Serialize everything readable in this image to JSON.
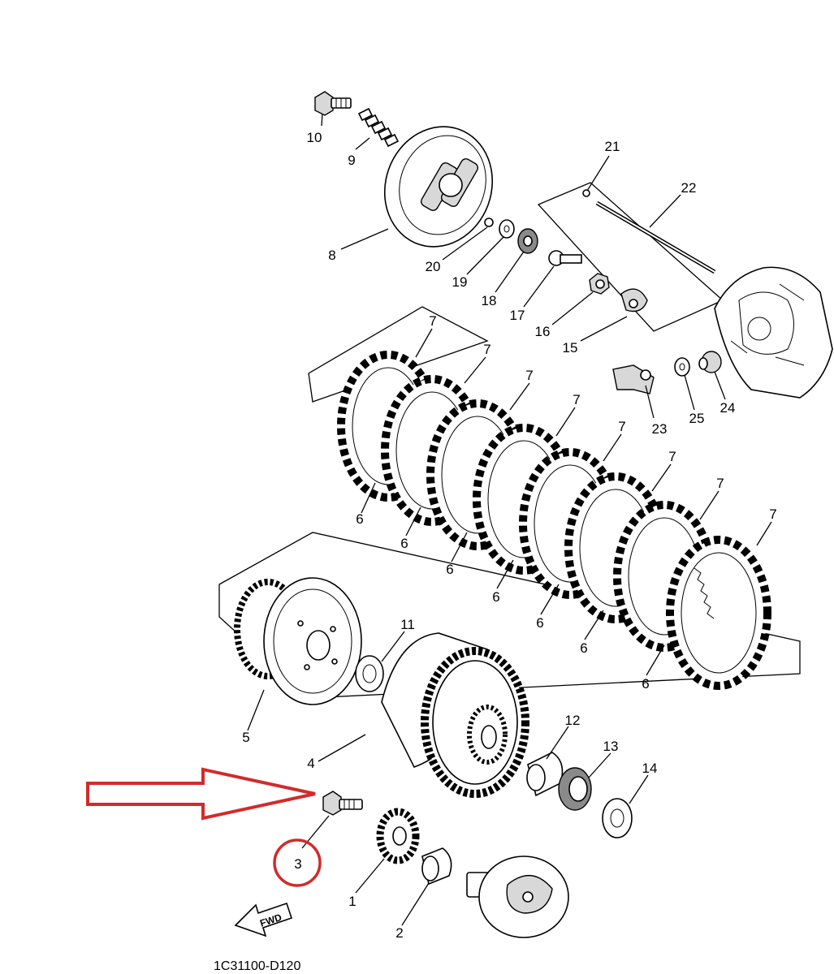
{
  "callouts": {
    "c1": "1",
    "c2": "2",
    "c3": "3",
    "c4": "4",
    "c5": "5",
    "c6": "6",
    "c7": "7",
    "c8": "8",
    "c9": "9",
    "c10": "10",
    "c11": "11",
    "c12": "12",
    "c13": "13",
    "c14": "14",
    "c15": "15",
    "c16": "16",
    "c17": "17",
    "c18": "18",
    "c19": "19",
    "c20": "20",
    "c21": "21",
    "c22": "22",
    "c23": "23",
    "c24": "24",
    "c25": "25"
  },
  "fwd_label": "FWD",
  "diagram_code": "1C31100-D120",
  "annotation": {
    "arrow_color": "#d42a2a",
    "circle_color": "#d42a2a"
  }
}
